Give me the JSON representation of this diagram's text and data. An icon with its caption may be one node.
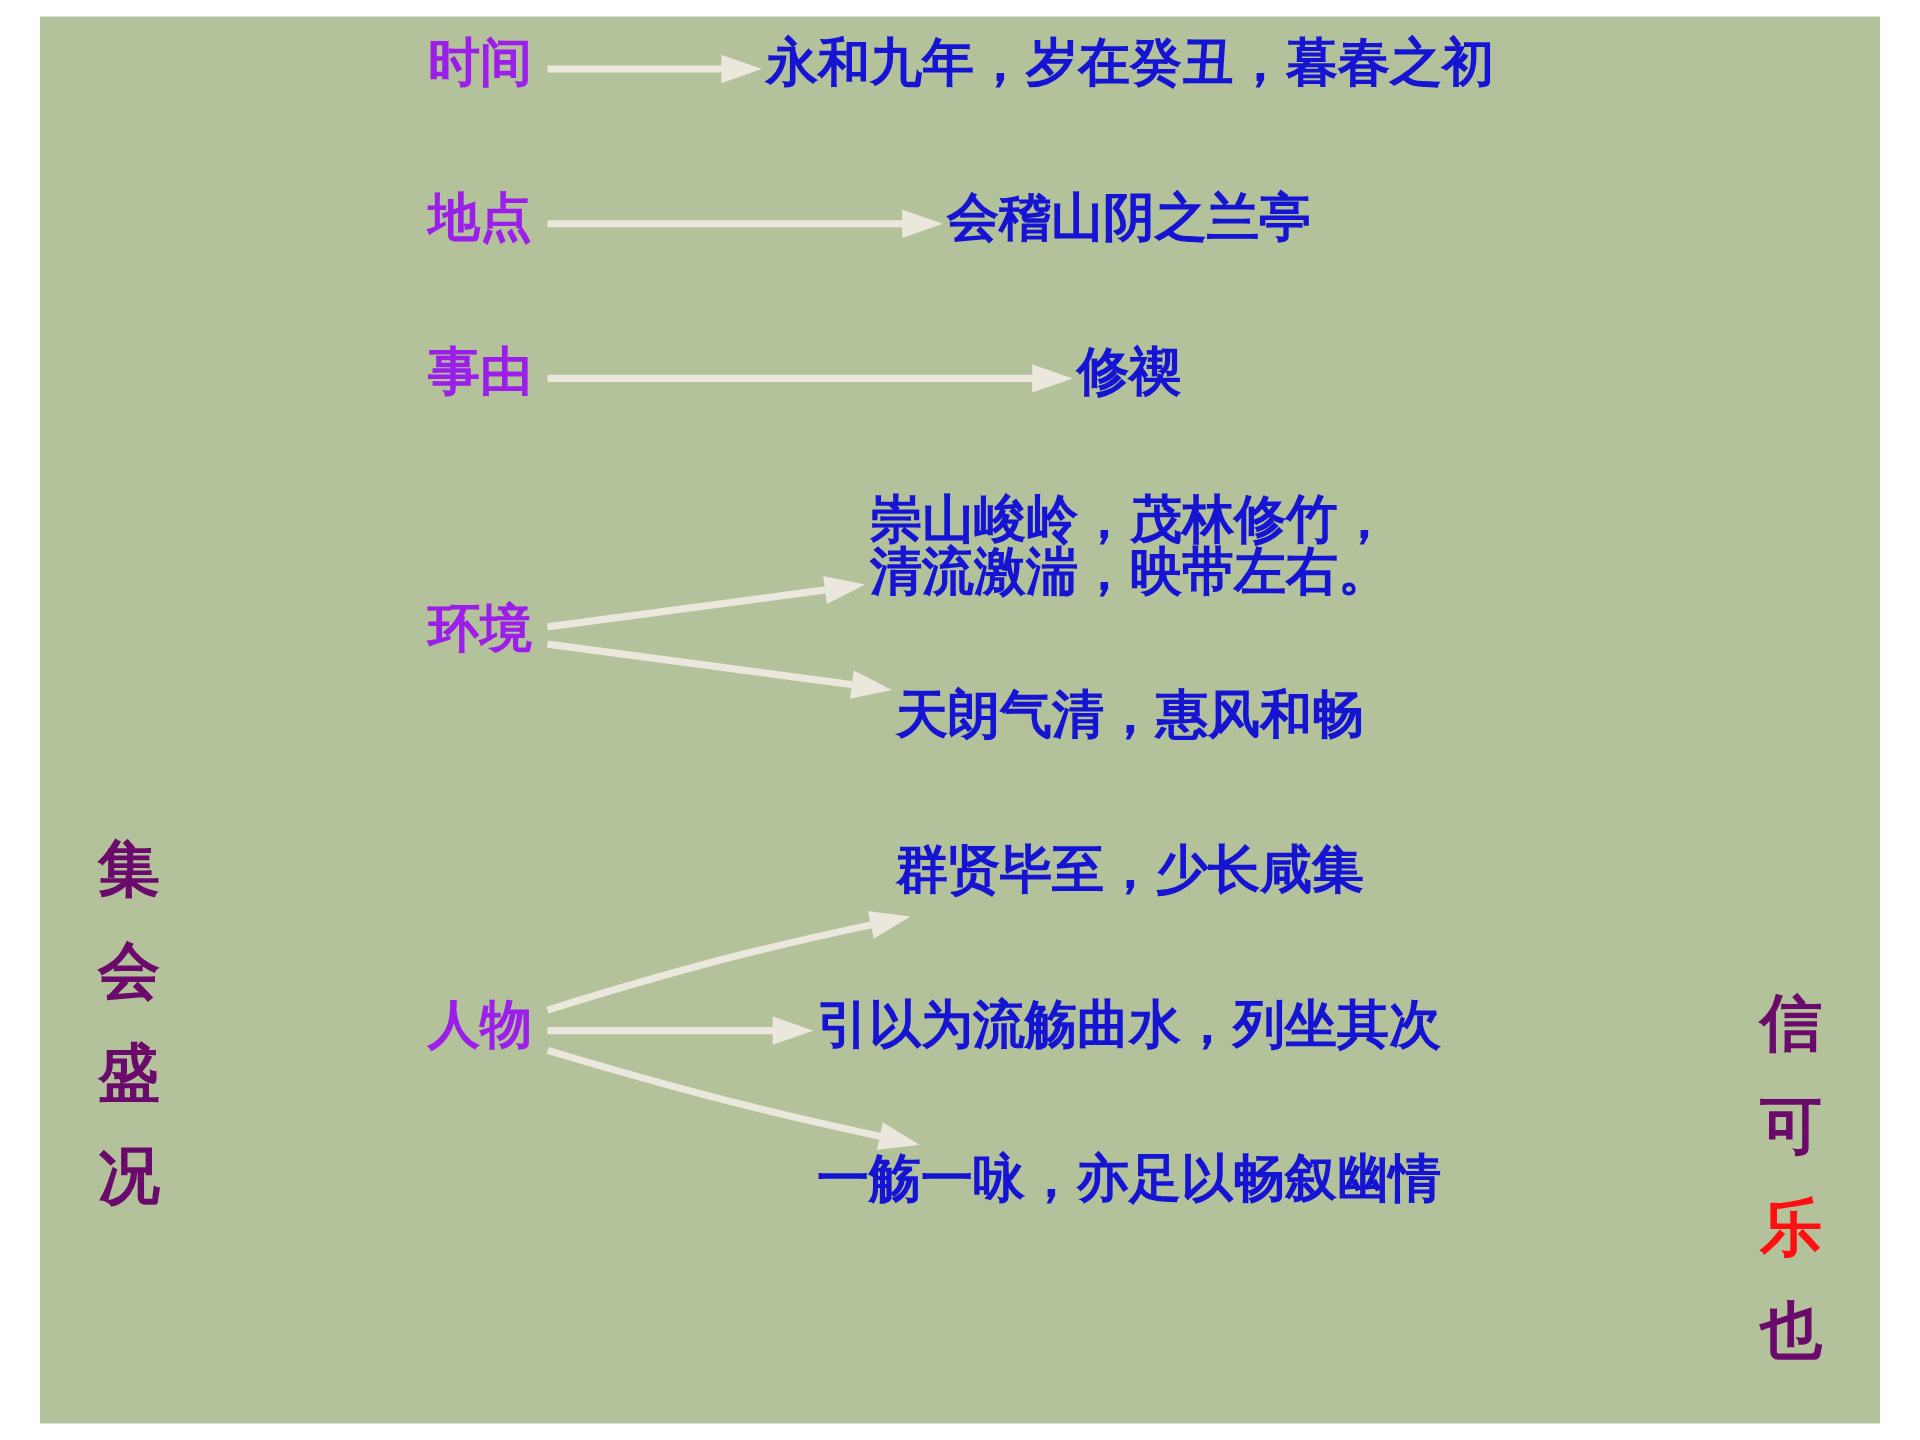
{
  "diagram": {
    "nodes": [
      {
        "text": [
          "时间"
        ]
      },
      {
        "text": [
          "永和九年，岁在癸丑，暮春之初"
        ]
      },
      {
        "text": [
          "地点"
        ]
      },
      {
        "text": [
          "会稽山阴之兰亭"
        ]
      },
      {
        "text": [
          "事由"
        ]
      },
      {
        "text": [
          "修禊"
        ]
      },
      {
        "text": [
          "环境"
        ]
      },
      {
        "text": [
          "崇山峻岭，茂林修竹，清流激湍，映带左右。"
        ]
      },
      {
        "text": [
          "天朗气清，惠风和畅"
        ]
      },
      {
        "text": [
          "人物"
        ]
      },
      {
        "text": [
          "群贤毕至，少长咸集"
        ]
      },
      {
        "text": [
          "引以为流觞曲水，列坐其次"
        ]
      },
      {
        "text": [
          "一觞一咏，亦足以畅叙幽情"
        ]
      }
    ],
    "edges": [
      {
        "from": 0,
        "to": 1,
        "arrow": "to"
      },
      {
        "from": 2,
        "to": 3,
        "arrow": "to"
      },
      {
        "from": 4,
        "to": 5,
        "arrow": "to"
      },
      {
        "from": 6,
        "to": 7,
        "arrow": "to"
      },
      {
        "from": 6,
        "to": 8,
        "arrow": "to"
      },
      {
        "from": 9,
        "to": 10,
        "arrow": "to"
      },
      {
        "from": 9,
        "to": 11,
        "arrow": "to"
      },
      {
        "from": 9,
        "to": 12,
        "arrow": "to"
      }
    ],
    "labels": [
      "集会盛况",
      "信可**乐**也"
    ]
  }
}
